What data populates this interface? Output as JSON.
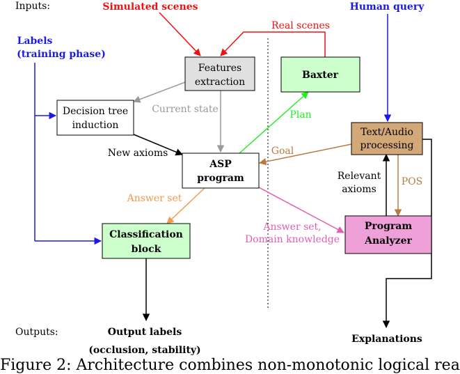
{
  "header": {
    "inputs": "Inputs:",
    "outputs": "Outputs:"
  },
  "sources": {
    "simulated_scenes": "Simulated scenes",
    "human_query": "Human query",
    "labels_line1": "Labels",
    "labels_line2": "(training phase)",
    "real_scenes": "Real scenes"
  },
  "boxes": {
    "features_line1": "Features",
    "features_line2": "extraction",
    "baxter": "Baxter",
    "decision_line1": "Decision tree",
    "decision_line2": "induction",
    "asp_line1": "ASP",
    "asp_line2": "program",
    "text_audio_line1": "Text/Audio",
    "text_audio_line2": "processing",
    "classification_line1": "Classification",
    "classification_line2": "block",
    "program_analyzer_line1": "Program",
    "program_analyzer_line2": "Analyzer"
  },
  "edges": {
    "current_state": "Current state",
    "plan": "Plan",
    "new_axioms": "New axioms",
    "goal": "Goal",
    "relevant_line1": "Relevant",
    "relevant_line2": "axioms",
    "pos": "POS",
    "answer_set": "Answer set",
    "answer_set_domain_line1": "Answer set,",
    "answer_set_domain_line2": "Domain knowledge"
  },
  "outputs": {
    "output_labels_line1": "Output labels",
    "output_labels_line2": "(occlusion, stability)",
    "explanations": "Explanations"
  },
  "caption": "Figure 2: Architecture combines non-monotonic logical rea",
  "colors": {
    "red": "#ee1111",
    "blue": "#1a1ae6",
    "gray": "#999999",
    "green": "#22ee22",
    "brown": "#b87a40",
    "orange": "#f29a4a",
    "pink": "#e060b0",
    "box_gray": "#e0e0e0",
    "box_green": "#ccffcc",
    "box_brown": "#d2a878",
    "box_pink": "#f0a0d8"
  }
}
